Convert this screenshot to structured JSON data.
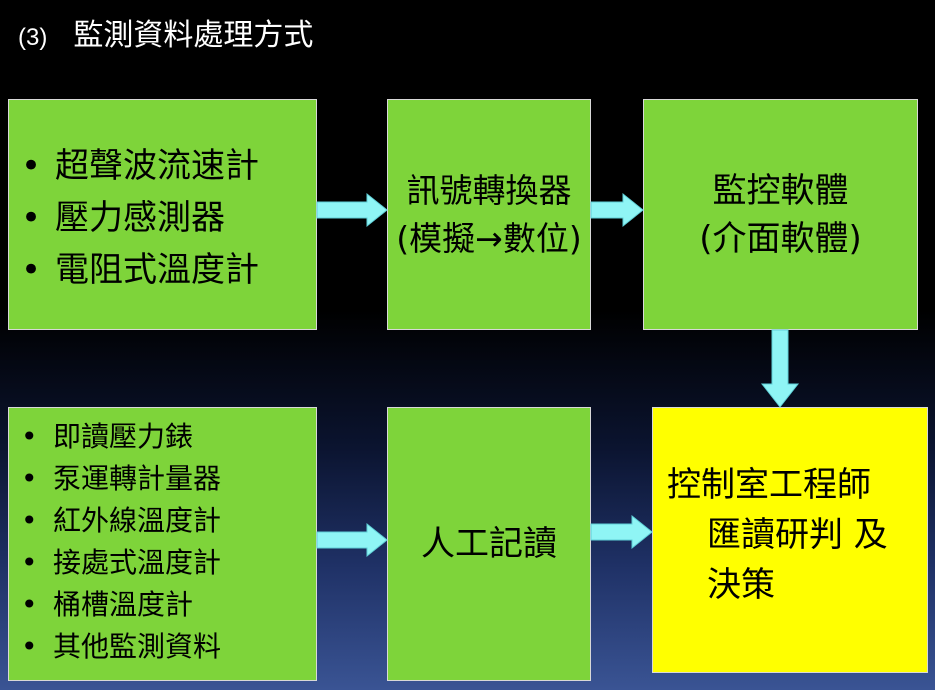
{
  "title": {
    "number": "(3)",
    "text": "監測資料處理方式"
  },
  "boxes": {
    "sensors": {
      "items": [
        "超聲波流速計",
        "壓力感測器",
        "電阻式溫度計"
      ]
    },
    "converter": {
      "line1": "訊號轉換器",
      "line2": "(模擬→數位)"
    },
    "software": {
      "line1": "監控軟體",
      "line2": "(介面軟體)"
    },
    "manual_sources": {
      "items": [
        "即讀壓力錶",
        "泵運轉計量器",
        "紅外線溫度計",
        "接處式溫度計",
        "桶槽溫度計",
        "其他監測資料"
      ]
    },
    "manual_record": {
      "text": "人工記讀"
    },
    "engineer": {
      "line1": "控制室工程師",
      "line2": "匯讀研判 及",
      "line3": "決策"
    }
  },
  "colors": {
    "box_green": "#7ed43a",
    "box_yellow": "#ffff00",
    "arrow_fill": "#8ff5f5",
    "title_text": "#ffffff"
  }
}
